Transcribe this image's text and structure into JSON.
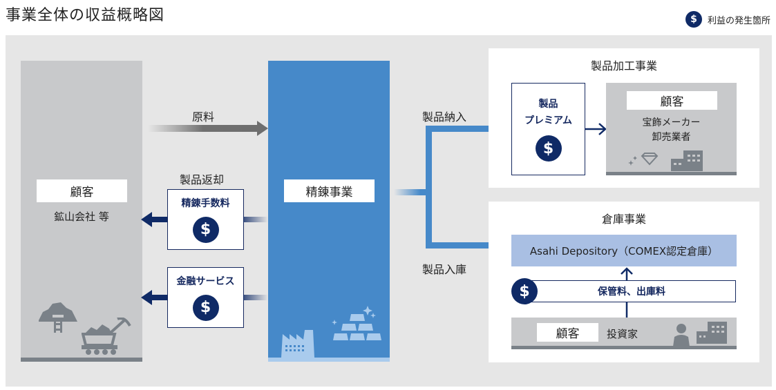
{
  "title": "事業全体の収益概略図",
  "legend": {
    "icon": "dollar-coin-icon",
    "symbol": "$",
    "label": "利益の発生箇所"
  },
  "colors": {
    "navy": "#0f2a66",
    "blue": "#4689c9",
    "light_blue": "#a9bfe3",
    "gray": "#c8c9cb",
    "bg": "#e6e6e6"
  },
  "mining_customer": {
    "label": "顧客",
    "sub": "鉱山会社 等",
    "icons": [
      "mine-icon",
      "mine-cart-icon"
    ]
  },
  "flows": {
    "raw_material": "原料",
    "product_return": "製品返却",
    "product_delivery": "製品納入",
    "product_storage": "製品入庫"
  },
  "fees": [
    {
      "label": "精錬手数料",
      "symbol": "$"
    },
    {
      "label": "金融サービス",
      "symbol": "$"
    }
  ],
  "refining": {
    "label": "精錬事業",
    "icons": [
      "factory-icon",
      "gold-bars-icon"
    ]
  },
  "processing": {
    "title": "製品加工事業",
    "premium": {
      "line1": "製品",
      "line2": "プレミアム",
      "symbol": "$"
    },
    "customer": {
      "label": "顧客",
      "line1": "宝飾メーカー",
      "line2": "卸売業者",
      "icons": [
        "diamond-icon",
        "building-icon"
      ]
    }
  },
  "warehouse": {
    "title": "倉庫事業",
    "depository": "Asahi Depository（COMEX認定倉庫）",
    "fee": {
      "label": "保管料、出庫料",
      "symbol": "$"
    },
    "customer": {
      "label": "顧客",
      "sub": "投資家",
      "icons": [
        "investor-icon",
        "building-icon"
      ]
    }
  }
}
